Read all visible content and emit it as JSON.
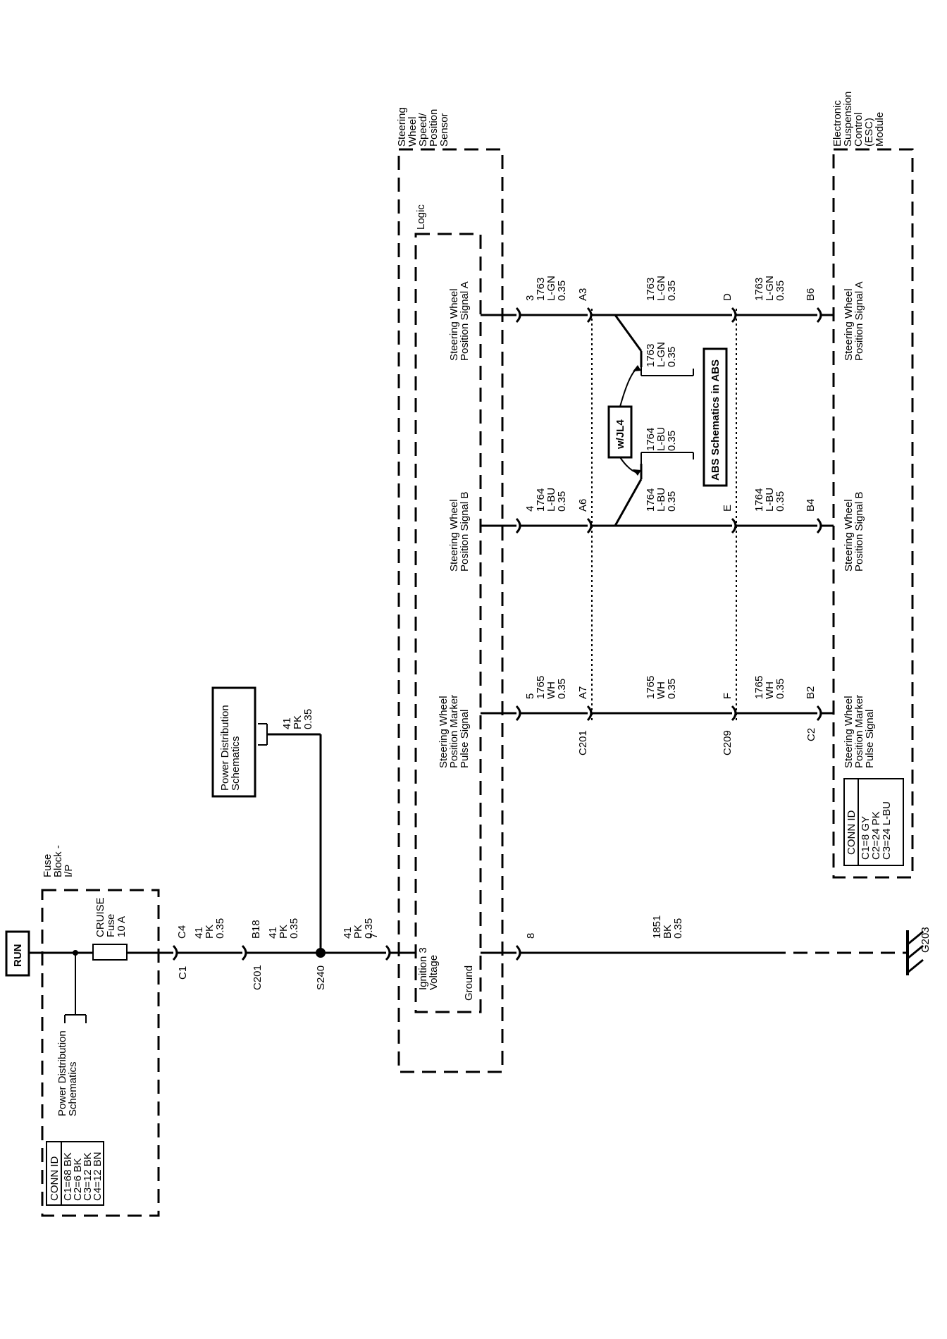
{
  "run_label": "RUN",
  "fuse_block": {
    "title": [
      "Fuse",
      "Block -",
      "I/P"
    ],
    "power_distribution": [
      "Power Distribution",
      "Schematics"
    ],
    "fuse": [
      "CRUISE",
      "Fuse",
      "10 A"
    ],
    "conn_id": {
      "header": "CONN ID",
      "rows": [
        "C1=68 BK",
        "C2=6 BK",
        "C3=12 BK",
        "C4=12 BN"
      ]
    },
    "out_terminal": "C4",
    "out_connector": "C1"
  },
  "wire_41": [
    "41",
    "PK",
    "0.35"
  ],
  "c201_b18": {
    "pin": "B18",
    "connector": "C201"
  },
  "splice": "S240",
  "power_distribution_box": [
    "Power Distribution",
    "Schematics"
  ],
  "sensor": {
    "title": [
      "Steering",
      "Wheel",
      "Speed/",
      "Position",
      "Sensor"
    ],
    "logic_label": "Logic",
    "ignition_label": [
      "Ignition 3",
      "Voltage"
    ],
    "ground_label": "Ground",
    "pin_ignition": "7",
    "pin_ground": "8",
    "signals": [
      [
        "Steering Wheel",
        "Position Marker",
        "Pulse Signal"
      ],
      [
        "Steering Wheel",
        "Position Signal B"
      ],
      [
        "Steering Wheel",
        "Position Signal A"
      ]
    ]
  },
  "ground_wire": [
    "1851",
    "BK",
    "0.35"
  ],
  "ground_label": "G203",
  "circuits": [
    {
      "sensor_pin": "5",
      "wire_a": [
        "1765",
        "WH",
        "0.35"
      ],
      "c201_pin": "A7",
      "wire_b": [
        "1765",
        "WH",
        "0.35"
      ],
      "c209_pin": "F",
      "wire_c": [
        "1765",
        "WH",
        "0.35"
      ],
      "esc_pin": "B2"
    },
    {
      "sensor_pin": "4",
      "wire_a": [
        "1764",
        "L-BU",
        "0.35"
      ],
      "c201_pin": "A6",
      "wire_b": [
        "1764",
        "L-BU",
        "0.35"
      ],
      "c209_pin": "E",
      "wire_c": [
        "1764",
        "L-BU",
        "0.35"
      ],
      "esc_pin": "B4"
    },
    {
      "sensor_pin": "3",
      "wire_a": [
        "1763",
        "L-GN",
        "0.35"
      ],
      "c201_pin": "A3",
      "wire_b": [
        "1763",
        "L-GN",
        "0.35"
      ],
      "c209_pin": "D",
      "wire_c": [
        "1763",
        "L-GN",
        "0.35"
      ],
      "esc_pin": "B6"
    }
  ],
  "c201_label": "C201",
  "c209_label": "C209",
  "abs_option": {
    "option_label": "w/JL4",
    "wire_bu": [
      "1764",
      "L-BU",
      "0.35"
    ],
    "wire_gn": [
      "1763",
      "L-GN",
      "0.35"
    ],
    "box": "ABS Schematics in ABS"
  },
  "esc": {
    "title": [
      "Electronic",
      "Suspension",
      "Control",
      "(ESC)",
      "Module"
    ],
    "c2_label": "C2",
    "signals": [
      [
        "Steering Wheel",
        "Position Marker",
        "Pulse Signal"
      ],
      [
        "Steering Wheel",
        "Position Signal B"
      ],
      [
        "Steering Wheel",
        "Position Signal A"
      ]
    ],
    "conn_id": {
      "header": "CONN ID",
      "rows": [
        "C1=8 GY",
        "C2=24 PK",
        "C3=24 L-BU"
      ]
    }
  }
}
